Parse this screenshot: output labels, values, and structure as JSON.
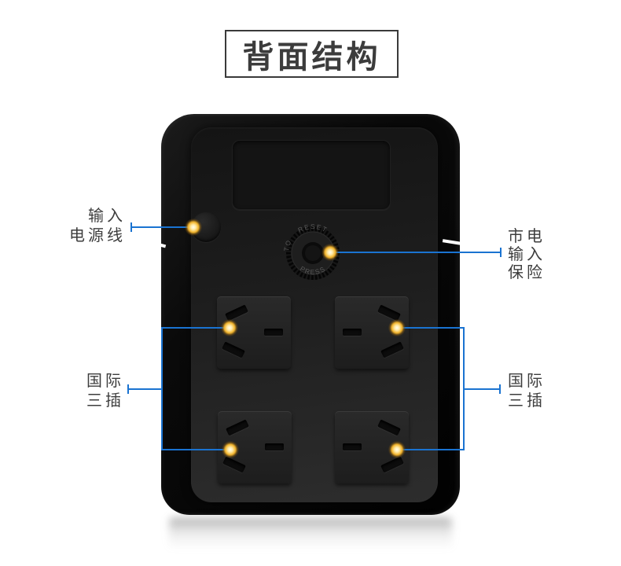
{
  "title": "背面结构",
  "colors": {
    "callout_line": "#1a73d1",
    "callout_dot_gold": "#f2b42d",
    "label_text": "#3d3d3d",
    "device_body": "#0a0a0a",
    "background": "#ffffff"
  },
  "annotations": {
    "input_power": {
      "lines": [
        "输入",
        "电源线"
      ]
    },
    "mains_fuse": {
      "lines": [
        "市电",
        "输入",
        "保险"
      ]
    },
    "intl_socket_left": {
      "lines": [
        "国际",
        "三插"
      ]
    },
    "intl_socket_right": {
      "lines": [
        "国际",
        "三插"
      ]
    }
  },
  "device": {
    "fuse": {
      "text_top": "RESET",
      "text_side": "TO",
      "text_bottom": "PRESS"
    },
    "sockets_count": 4
  }
}
